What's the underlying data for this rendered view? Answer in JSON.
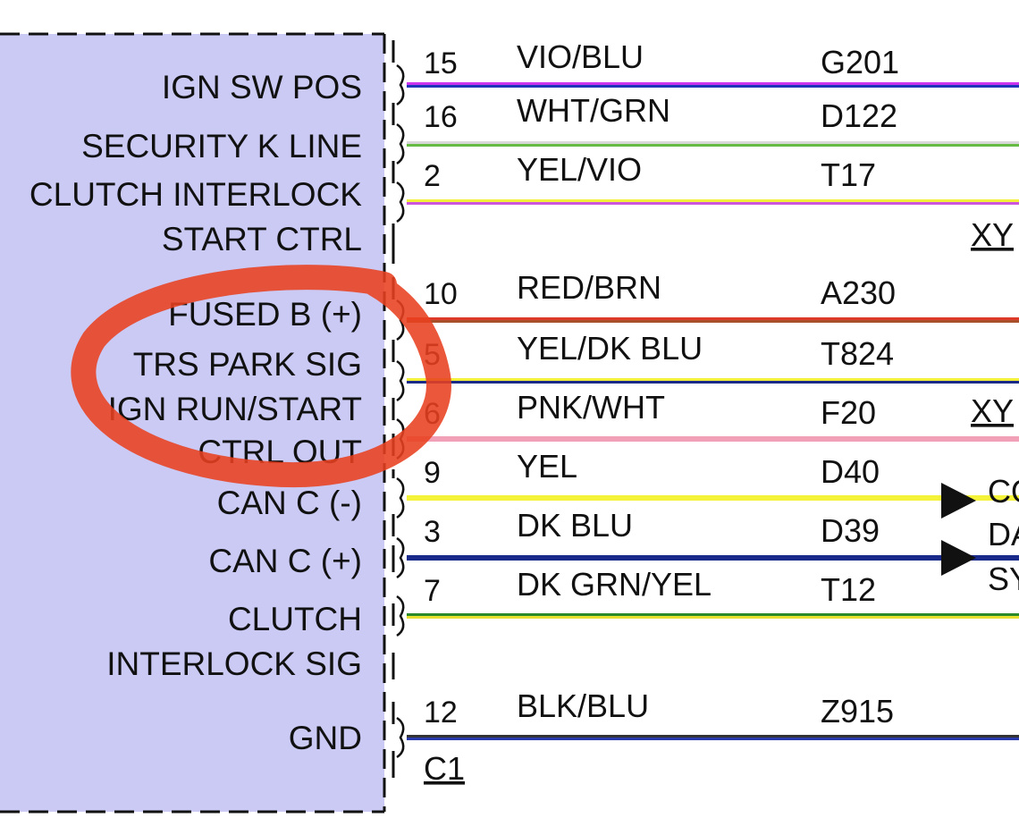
{
  "module": {
    "fill_color": "#cacaf5",
    "labels": [
      "IGN SW POS",
      "SECURITY K LINE",
      "CLUTCH INTERLOCK",
      "START CTRL",
      "FUSED B (+)",
      "TRS PARK SIG",
      "IGN RUN/START",
      "CTRL OUT",
      "CAN C (-)",
      "CAN C (+)",
      "CLUTCH",
      "INTERLOCK SIG",
      "GND"
    ]
  },
  "connector": {
    "name": "C1"
  },
  "wires": [
    {
      "pin": "15",
      "color_code": "VIO/BLU",
      "circuit": "G201",
      "colors": [
        "#cc33ee",
        "#2233bb"
      ]
    },
    {
      "pin": "16",
      "color_code": "WHT/GRN",
      "circuit": "D122",
      "colors": [
        "#d8d8d8",
        "#66bb44"
      ]
    },
    {
      "pin": "2",
      "color_code": "YEL/VIO",
      "circuit": "T17",
      "colors": [
        "#f2f03a",
        "#cc55dd"
      ]
    },
    {
      "pin": "10",
      "color_code": "RED/BRN",
      "circuit": "A230",
      "colors": [
        "#dd3a2a",
        "#a8502a"
      ]
    },
    {
      "pin": "5",
      "color_code": "YEL/DK BLU",
      "circuit": "T824",
      "colors": [
        "#f2f03a",
        "#1a2a88"
      ]
    },
    {
      "pin": "6",
      "color_code": "PNK/WHT",
      "circuit": "F20",
      "colors": [
        "#f2a0b8",
        "#f2a0b8"
      ]
    },
    {
      "pin": "9",
      "color_code": "YEL",
      "circuit": "D40",
      "colors": [
        "#f5f23a",
        "#f5f23a"
      ]
    },
    {
      "pin": "3",
      "color_code": "DK BLU",
      "circuit": "D39",
      "colors": [
        "#1a2a8a",
        "#1a2a8a"
      ]
    },
    {
      "pin": "7",
      "color_code": "DK GRN/YEL",
      "circuit": "T12",
      "colors": [
        "#2a8a2a",
        "#e8e030"
      ]
    },
    {
      "pin": "12",
      "color_code": "BLK/BLU",
      "circuit": "Z915",
      "colors": [
        "#333333",
        "#2a3aaa"
      ]
    }
  ],
  "right_edge_text": [
    "XY",
    "XY",
    "CO",
    "DA",
    "SY"
  ],
  "annotation": {
    "color": "#e8401f"
  }
}
